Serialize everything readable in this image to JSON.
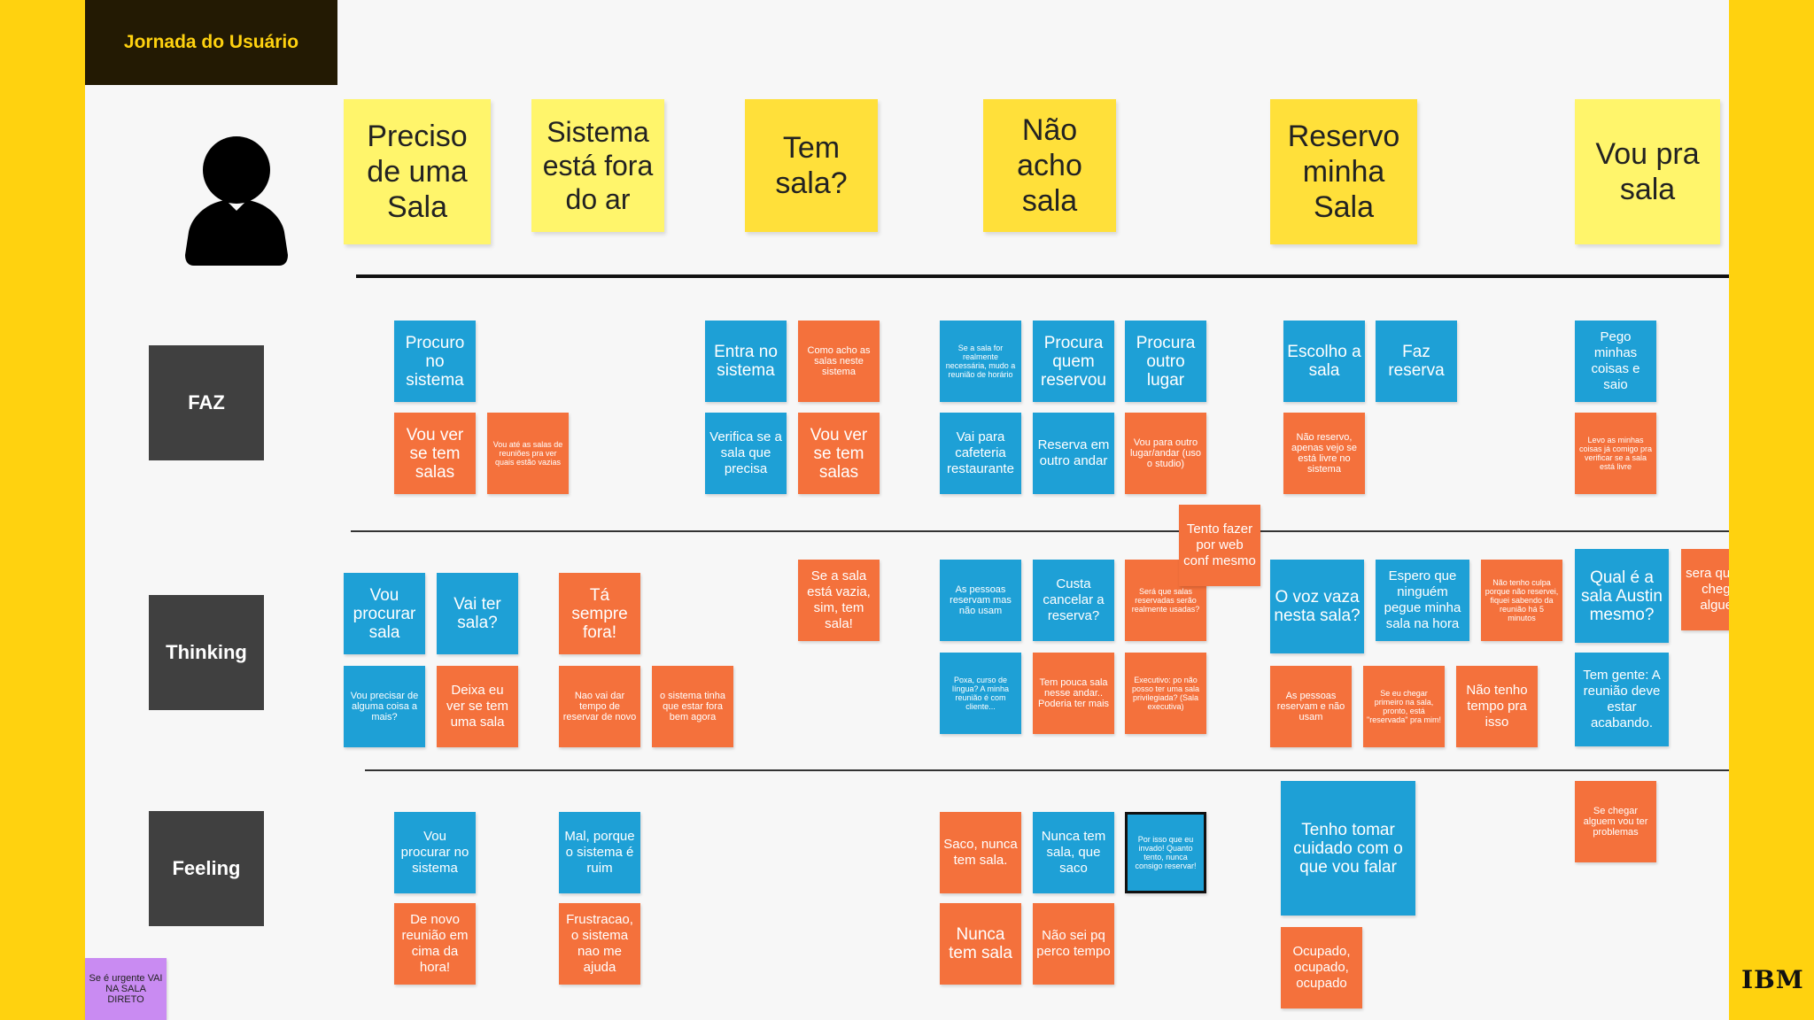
{
  "title": "Jornada do Usuário",
  "logo": "IBM",
  "icons": {
    "persona": "person-icon"
  },
  "colors": {
    "background": "#FFD20F",
    "canvas": "#F7F7F7",
    "blue_note": "#1EA0D6",
    "orange_note": "#F4713C",
    "lane_label": "#404040"
  },
  "stages": [
    {
      "id": "s1",
      "label": "Preciso de uma Sala"
    },
    {
      "id": "s2",
      "label": "Sistema está fora do ar"
    },
    {
      "id": "s3",
      "label": "Tem sala?"
    },
    {
      "id": "s4",
      "label": "Não acho sala"
    },
    {
      "id": "s5",
      "label": "Reservo minha Sala"
    },
    {
      "id": "s6",
      "label": "Vou pra sala"
    }
  ],
  "lanes": {
    "faz": "FAZ",
    "thinking": "Thinking",
    "feeling": "Feeling"
  },
  "notes": {
    "faz": [
      "Procuro no sistema",
      "Vou ver se tem salas",
      "Vou até as salas de reuniões pra ver quais estão vazias",
      "Entra no sistema",
      "Como acho as salas neste sistema",
      "Verifica se a sala que precisa",
      "Vou ver se tem salas",
      "Se a sala for realmente necessária, mudo a reunião de horário",
      "Procura quem reservou",
      "Procura outro lugar",
      "Vai para cafeteria restaurante",
      "Reserva em outro andar",
      "Vou para outro lugar/andar (uso o studio)",
      "Escolho a sala",
      "Faz reserva",
      "Não reservo, apenas vejo se está livre no sistema",
      "Pego minhas coisas e saio",
      "Levo as minhas coisas já comigo pra verificar se a sala está livre"
    ],
    "thinking": [
      "Vou procurar sala",
      "Vai ter sala?",
      "Vou precisar de alguma coisa a mais?",
      "Deixa eu ver se tem uma sala",
      "Tá sempre fora!",
      "Nao vai dar tempo de reservar de novo",
      "o sistema tinha que estar fora bem agora",
      "Se a sala está vazia, sim, tem sala!",
      "As pessoas reservam mas não usam",
      "Custa cancelar a reserva?",
      "Será que salas reservadas serão realmente usadas?",
      "Tento fazer por web conf mesmo",
      "Poxa, curso de língua? A minha reunião é com cliente...",
      "Tem pouca sala nesse andar.. Poderia ter mais",
      "Executivo: po não posso ter uma sala privilegiada? (Sala executiva)",
      "O voz vaza nesta sala?",
      "Espero que ninguém pegue minha sala na hora",
      "Não tenho culpa porque não reservei, fiquei sabendo da reunião há 5 minutos",
      "As pessoas reservam e não usam",
      "Se eu chegar primeiro na sala, pronto, está \"reservada\" pra mim!",
      "Não tenho tempo pra isso",
      "Qual é a sala Austin mesmo?",
      "sera que vai chegar alguem",
      "Tem gente: A reunião deve estar acabando."
    ],
    "feeling": [
      "Vou procurar no sistema",
      "De novo reunião em cima da hora!",
      "Mal, porque o sistema é ruim",
      "Frustracao, o sistema nao me ajuda",
      "Saco, nunca tem sala.",
      "Nunca tem sala, que saco",
      "Por isso que eu invado! Quanto tento, nunca consigo reservar!",
      "Nunca tem sala",
      "Não sei pq perco tempo",
      "Tenho tomar cuidado com o que vou falar",
      "Ocupado, ocupado, ocupado",
      "Se chegar alguem vou ter problemas"
    ],
    "corner": "Se é urgente VAI NA SALA DIRETO"
  }
}
